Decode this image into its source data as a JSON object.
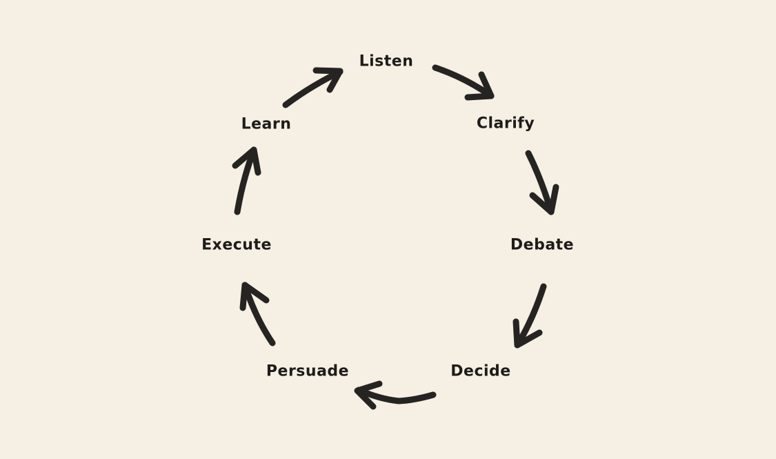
{
  "diagram": {
    "type": "cycle",
    "steps": [
      {
        "label": "Listen"
      },
      {
        "label": "Clarify"
      },
      {
        "label": "Debate"
      },
      {
        "label": "Decide"
      },
      {
        "label": "Persuade"
      },
      {
        "label": "Execute"
      },
      {
        "label": "Learn"
      }
    ],
    "colors": {
      "background": "#f6efe4",
      "ink": "#262422"
    }
  }
}
